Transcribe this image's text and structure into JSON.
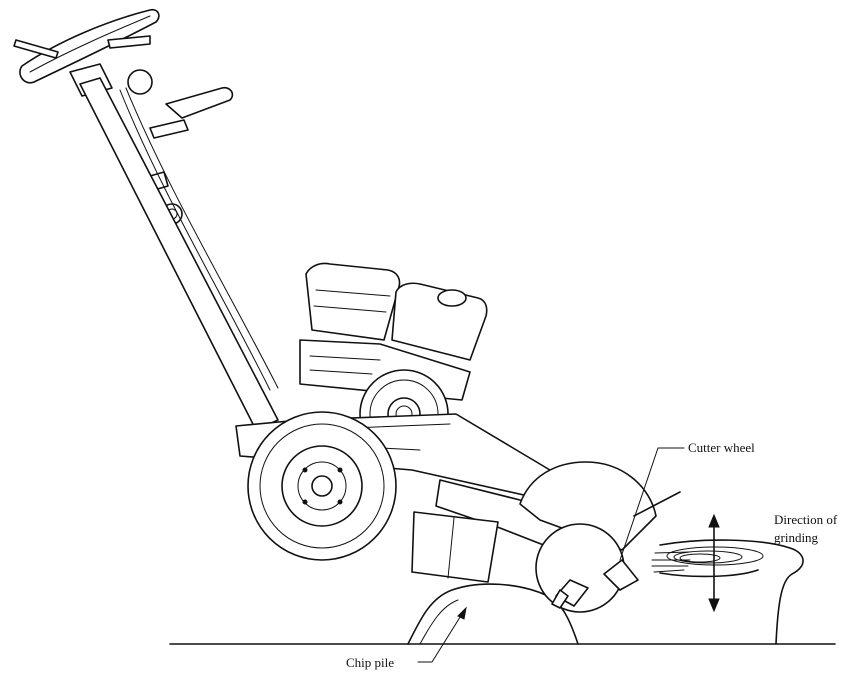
{
  "labels": {
    "cutter_wheel": "Cutter wheel",
    "direction_line1": "Direction of",
    "direction_line2": "grinding",
    "chip_pile": "Chip pile"
  },
  "colors": {
    "line": "#111111",
    "background": "#ffffff"
  }
}
